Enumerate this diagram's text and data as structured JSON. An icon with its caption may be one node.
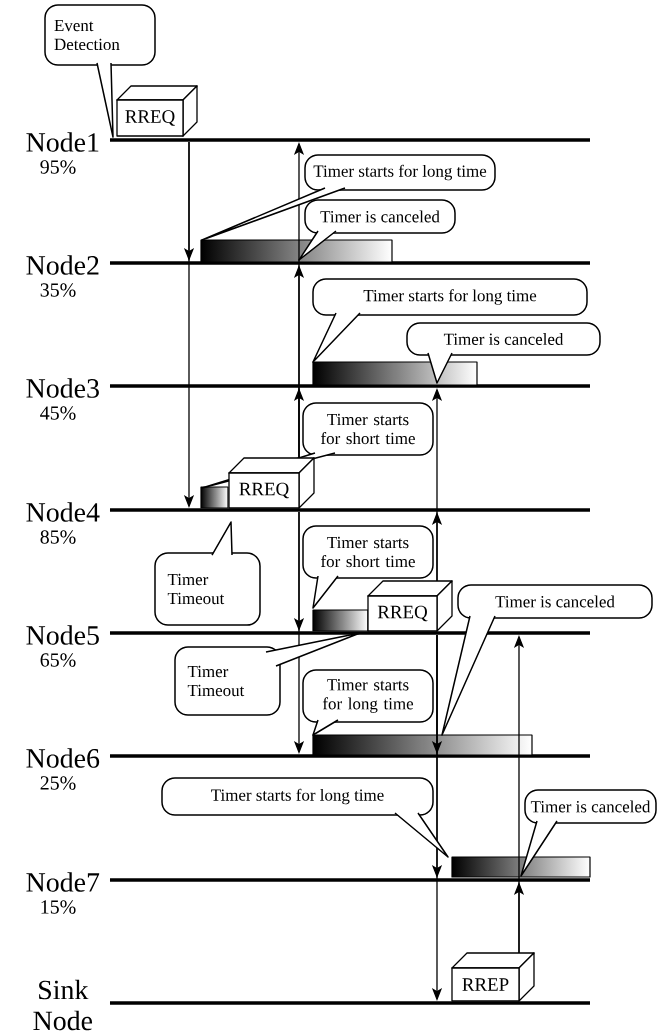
{
  "diagram": {
    "nodes": [
      {
        "text": [
          "Event Detection"
        ]
      },
      {
        "text": [
          "RREQ"
        ]
      },
      {
        "text": [
          "Node1"
        ],
        "beside": [
          "95%"
        ]
      },
      {
        "text": [
          "Timer starts for long time"
        ]
      },
      {
        "text": [
          "Timer is canceled"
        ]
      },
      {
        "text": [
          "Node2"
        ],
        "beside": [
          "35%"
        ]
      },
      {
        "text": [
          "Timer starts for long time"
        ]
      },
      {
        "text": [
          "Timer is canceled"
        ]
      },
      {
        "text": [
          "Node3"
        ],
        "beside": [
          "45%"
        ]
      },
      {
        "text": [
          "Timer starts for short time"
        ]
      },
      {
        "text": [
          "RREQ"
        ]
      },
      {
        "text": [
          "Node4"
        ],
        "beside": [
          "85%"
        ]
      },
      {
        "text": [
          "Timer Timeout"
        ]
      },
      {
        "text": [
          "Timer starts for short time"
        ]
      },
      {
        "text": [
          "Timer is canceled"
        ]
      },
      {
        "text": [
          "RREQ"
        ]
      },
      {
        "text": [
          "Node5"
        ],
        "beside": [
          "65%"
        ]
      },
      {
        "text": [
          "Timer Timeout"
        ]
      },
      {
        "text": [
          "Timer starts for long time"
        ]
      },
      {
        "text": [
          "Node6"
        ],
        "beside": [
          "25%"
        ]
      },
      {
        "text": [
          "Timer starts for long time"
        ]
      },
      {
        "text": [
          "Timer is canceled"
        ]
      },
      {
        "text": [
          "Node7"
        ],
        "beside": [
          "15%"
        ]
      },
      {
        "text": [
          "RREP"
        ]
      },
      {
        "text": [
          "Sink Node"
        ]
      }
    ],
    "edges": [
      {
        "from": 2,
        "to": 5,
        "arrow": "to"
      },
      {
        "from": 2,
        "to": 11,
        "arrow": "to"
      },
      {
        "from": 11,
        "to": 2,
        "arrow": "to"
      },
      {
        "from": 11,
        "to": 5,
        "arrow": "to"
      },
      {
        "from": 11,
        "to": 8,
        "arrow": "to"
      },
      {
        "from": 11,
        "to": 16,
        "arrow": "to"
      },
      {
        "from": 11,
        "to": 19,
        "arrow": "to"
      },
      {
        "from": 16,
        "to": 8,
        "arrow": "to"
      },
      {
        "from": 16,
        "to": 11,
        "arrow": "to"
      },
      {
        "from": 16,
        "to": 19,
        "arrow": "to"
      },
      {
        "from": 16,
        "to": 22,
        "arrow": "to"
      },
      {
        "from": 16,
        "to": 24,
        "arrow": "to"
      },
      {
        "from": 24,
        "to": 22,
        "arrow": "to"
      },
      {
        "from": 24,
        "to": 16,
        "arrow": "to"
      }
    ]
  }
}
